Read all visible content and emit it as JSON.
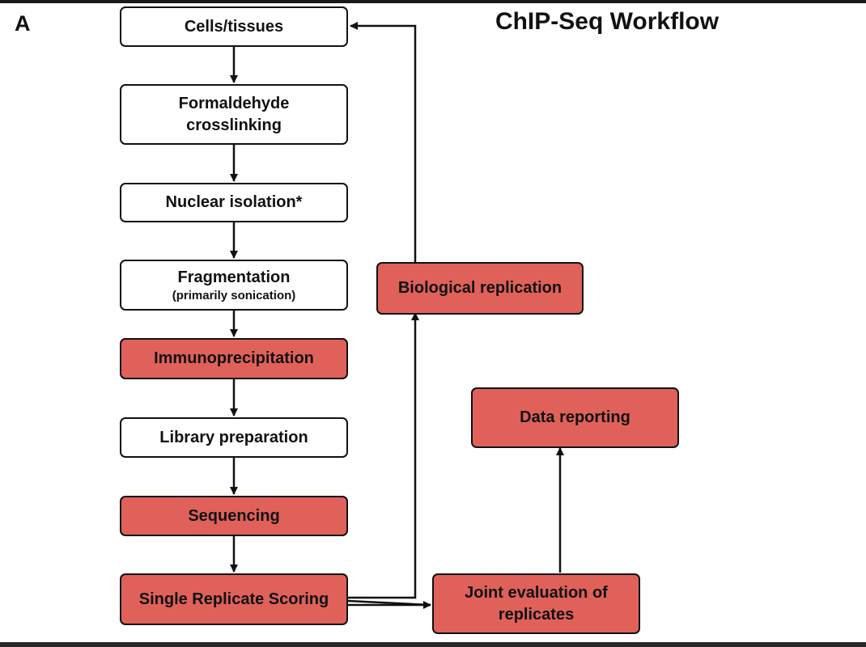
{
  "panel_letter": "A",
  "title": "ChIP-Seq Workflow",
  "steps": {
    "cells": "Cells/tissues",
    "crosslink_line1": "Formaldehyde",
    "crosslink_line2": "crosslinking",
    "nuclear": "Nuclear isolation*",
    "fragmentation": "Fragmentation",
    "fragmentation_sub": "(primarily sonication)",
    "immuno": "Immunoprecipitation",
    "library": "Library preparation",
    "sequencing": "Sequencing",
    "scoring": "Single Replicate Scoring",
    "bioreplication": "Biological replication",
    "data_reporting": "Data reporting",
    "joint_line1": "Joint evaluation of",
    "joint_line2": "replicates"
  },
  "colors": {
    "highlight": "#e0615a",
    "plain": "#ffffff",
    "stroke": "#111111"
  }
}
